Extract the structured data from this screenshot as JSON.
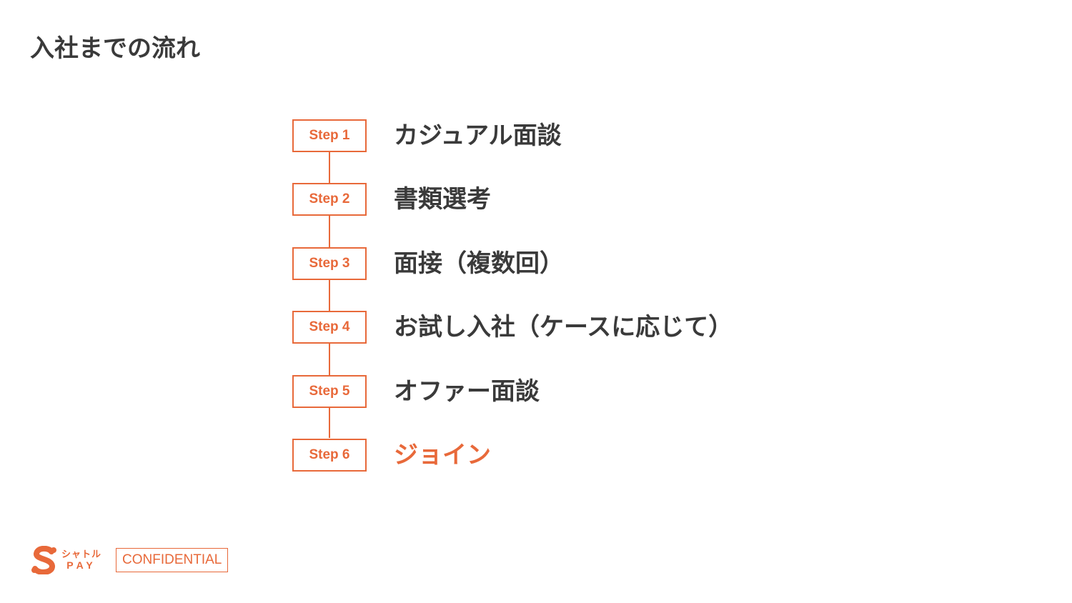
{
  "page": {
    "title": "入社までの流れ"
  },
  "steps": [
    {
      "label": "Step 1",
      "text": "カジュアル面談"
    },
    {
      "label": "Step 2",
      "text": "書類選考"
    },
    {
      "label": "Step 3",
      "text": "面接（複数回）"
    },
    {
      "label": "Step 4",
      "text": "お試し入社（ケースに応じて）"
    },
    {
      "label": "Step 5",
      "text": "オファー面談"
    },
    {
      "label": "Step 6",
      "text": "ジョイン"
    }
  ],
  "footer": {
    "logo_line1": "シャトル",
    "logo_line2": "PAY",
    "badge": "CONFIDENTIAL"
  },
  "colors": {
    "accent": "#e8693a",
    "text": "#3a3a3a",
    "background": "#ffffff"
  }
}
